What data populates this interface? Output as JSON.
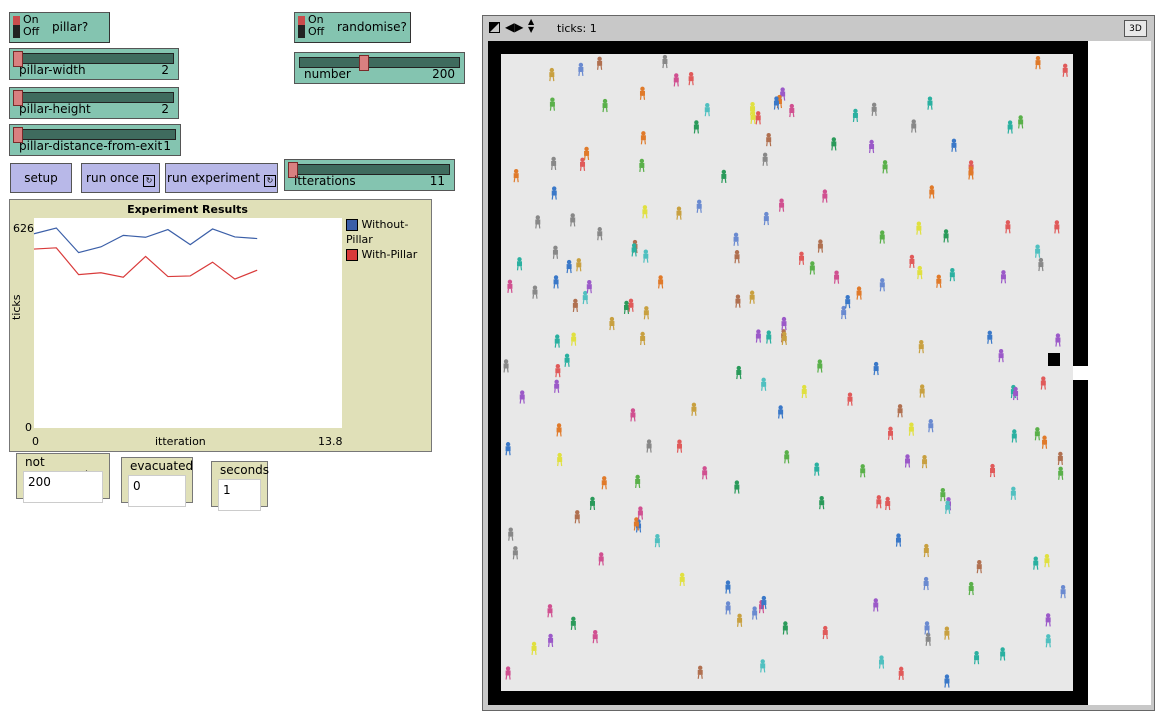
{
  "switches": {
    "pillar": {
      "on": "On",
      "off": "Off",
      "label": "pillar?"
    },
    "randomise": {
      "on": "On",
      "off": "Off",
      "label": "randomise?"
    }
  },
  "sliders": {
    "pillar_width": {
      "name": "pillar-width",
      "value": "2",
      "fraction": 0.0
    },
    "pillar_height": {
      "name": "pillar-height",
      "value": "2",
      "fraction": 0.0
    },
    "pillar_distance": {
      "name": "pillar-distance-from-exit",
      "value": "1",
      "fraction": 0.0
    },
    "number": {
      "name": "number",
      "value": "200",
      "fraction": 0.38
    },
    "iterations": {
      "name": "itterations",
      "value": "11",
      "fraction": 0.0
    }
  },
  "buttons": {
    "setup": "setup",
    "run_once": "run once",
    "run_experiment": "run experiment",
    "forever_icon": "loop-arrows-icon"
  },
  "plot": {
    "title": "Experiment Results",
    "ylabel": "ticks",
    "xlabel": "itteration",
    "ymax_label": "626",
    "ymin_label": "0",
    "xmin_label": "0",
    "xmax_label": "13.8",
    "legend": [
      {
        "name": "Without-Pillar",
        "color": "#3b5fa8"
      },
      {
        "name": "With-Pillar",
        "color": "#d93a3a"
      }
    ]
  },
  "chart_data": {
    "type": "line",
    "title": "Experiment Results",
    "xlabel": "itteration",
    "ylabel": "ticks",
    "xlim": [
      0,
      13.8
    ],
    "ylim": [
      0,
      626
    ],
    "series": [
      {
        "name": "Without-Pillar",
        "color": "#3b5fa8",
        "x": [
          0,
          1,
          2,
          3,
          4,
          5,
          6,
          7,
          8,
          9,
          10
        ],
        "y": [
          608,
          626,
          549,
          567,
          603,
          597,
          621,
          574,
          623,
          598,
          593
        ]
      },
      {
        "name": "With-Pillar",
        "color": "#d93a3a",
        "x": [
          0,
          1,
          2,
          3,
          4,
          5,
          6,
          7,
          8,
          9,
          10
        ],
        "y": [
          560,
          564,
          480,
          486,
          472,
          537,
          474,
          476,
          519,
          466,
          494
        ]
      }
    ]
  },
  "monitors": {
    "not_evacuated": {
      "label": "not evacuated",
      "value": "200"
    },
    "evacuated": {
      "label": "evacuated",
      "value": "0"
    },
    "seconds": {
      "label": "seconds",
      "value": "1"
    }
  },
  "view": {
    "ticks": "ticks: 1",
    "threed": "3D",
    "icons": [
      "resize-icon",
      "width-arrows-icon",
      "height-arrows-icon"
    ]
  }
}
